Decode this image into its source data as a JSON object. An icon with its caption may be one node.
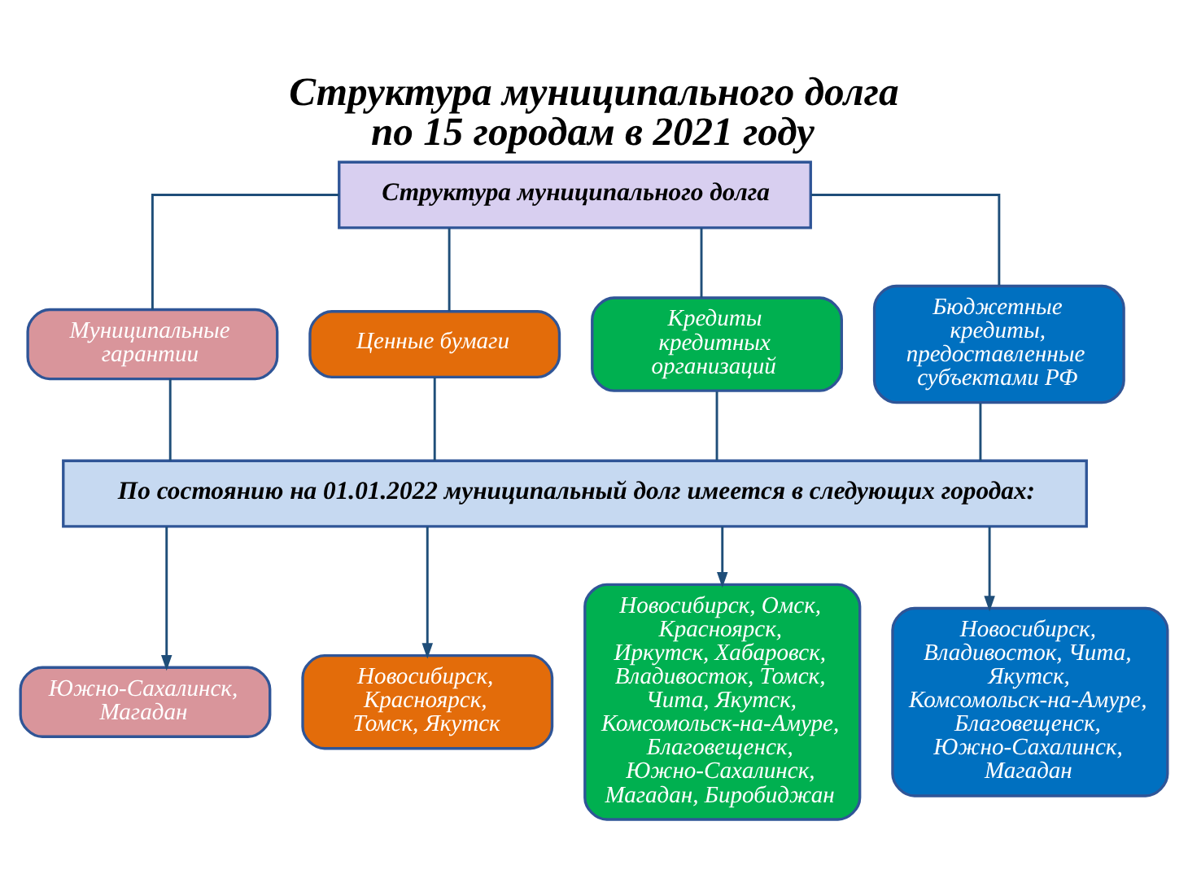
{
  "diagram": {
    "title": "Структура муниципального долга по 15 городам в 2021 году",
    "nodes": [
      {
        "text": [
          "Структура муниципального долга"
        ]
      },
      {
        "text": [
          "Муниципальные гарантии"
        ]
      },
      {
        "text": [
          "Ценные бумаги"
        ]
      },
      {
        "text": [
          "Кредиты кредитных организаций"
        ]
      },
      {
        "text": [
          "Бюджетные кредиты, предоставленные субъектами РФ"
        ]
      },
      {
        "text": [
          "По состоянию на 01.01.2022 муниципальный долг имеется в следующих городах:"
        ]
      },
      {
        "text": [
          "Южно-Сахалинск, Магадан"
        ]
      },
      {
        "text": [
          "Новосибирск, Красноярск, Томск, Якутск"
        ]
      },
      {
        "text": [
          "Новосибирск, Омск, Красноярск, Иркутск, Хабаровск, Владивосток, Томск, Чита, Якутск, Комсомольск-на-Амуре, Благовещенск, Южно-Сахалинск, Магадан, Биробиджан"
        ]
      },
      {
        "text": [
          "Новосибирск, Владивосток, Чита, Якутск, Комсомольск-на-Амуре, Благовещенск, Южно-Сахалинск, Магадан"
        ]
      }
    ],
    "edges": [
      {
        "from": 0,
        "to": 1,
        "arrow": "none"
      },
      {
        "from": 0,
        "to": 2,
        "arrow": "none"
      },
      {
        "from": 0,
        "to": 3,
        "arrow": "none"
      },
      {
        "from": 0,
        "to": 4,
        "arrow": "none"
      },
      {
        "from": 1,
        "to": 5,
        "arrow": "none"
      },
      {
        "from": 2,
        "to": 5,
        "arrow": "none"
      },
      {
        "from": 3,
        "to": 5,
        "arrow": "none"
      },
      {
        "from": 4,
        "to": 5,
        "arrow": "none"
      },
      {
        "from": 5,
        "to": 6,
        "arrow": "to"
      },
      {
        "from": 5,
        "to": 7,
        "arrow": "to"
      },
      {
        "from": 5,
        "to": 8,
        "arrow": "to"
      },
      {
        "from": 5,
        "to": 9,
        "arrow": "to"
      }
    ]
  }
}
